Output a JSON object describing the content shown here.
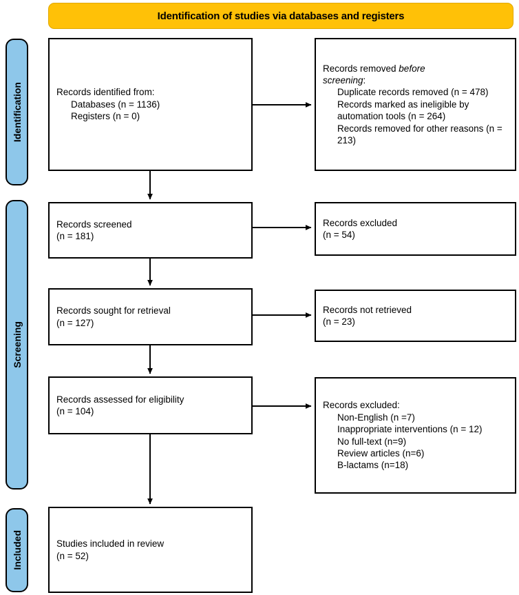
{
  "header": {
    "banner_label": "Identification of studies via databases and registers",
    "banner_color": "#FFC107"
  },
  "stages": {
    "tab_color": "#8EC7EA",
    "identification_label": "Identification",
    "screening_label": "Screening",
    "included_label": "Included"
  },
  "boxes": {
    "identified": {
      "line1": "Records identified from:",
      "line2": "Databases (n = 1136)",
      "line3": "Registers (n = 0)"
    },
    "removed_before": {
      "line1_prefix": "Records removed ",
      "line1_italic": "before",
      "line2_italic": "screening",
      "line2_suffix": ":",
      "item1": "Duplicate records removed (n = 478)",
      "item2": "Records marked as ineligible by automation tools (n = 264)",
      "item3": "Records removed for other reasons (n = 213)"
    },
    "screened": {
      "line1": "Records screened",
      "line2": "(n = 181)"
    },
    "excluded_screening": {
      "line1": "Records excluded",
      "line2": "(n = 54)"
    },
    "sought": {
      "line1": "Records sought for retrieval",
      "line2": "(n = 127)"
    },
    "not_retrieved": {
      "line1": "Records not retrieved",
      "line2": "(n = 23)"
    },
    "assessed": {
      "line1": "Records assessed for eligibility",
      "line2": "(n = 104)"
    },
    "excluded_reasons": {
      "line1": "Records excluded:",
      "item1": "Non-English (n =7)",
      "item2": "Inappropriate interventions (n = 12)",
      "item3": "No full-text (n=9)",
      "item4": "Review articles (n=6)",
      "item5": "B-lactams (n=18)"
    },
    "included": {
      "line1": "Studies included in review",
      "line2": "(n = 52)"
    }
  },
  "chart_data": {
    "type": "diagram",
    "title": "PRISMA 2020 flow diagram",
    "phase": "Identification of studies via databases and registers",
    "stages": [
      "Identification",
      "Screening",
      "Included"
    ],
    "nodes": [
      {
        "id": "identified",
        "stage": "Identification",
        "label": "Records identified from",
        "counts": {
          "Databases": 1136,
          "Registers": 0
        }
      },
      {
        "id": "removed_before",
        "stage": "Identification",
        "label": "Records removed before screening",
        "counts": {
          "Duplicate records removed": 478,
          "Records marked as ineligible by automation tools": 264,
          "Records removed for other reasons": 213
        }
      },
      {
        "id": "screened",
        "stage": "Screening",
        "label": "Records screened",
        "n": 181
      },
      {
        "id": "excluded_screening",
        "stage": "Screening",
        "label": "Records excluded",
        "n": 54
      },
      {
        "id": "sought",
        "stage": "Screening",
        "label": "Records sought for retrieval",
        "n": 127
      },
      {
        "id": "not_retrieved",
        "stage": "Screening",
        "label": "Records not retrieved",
        "n": 23
      },
      {
        "id": "assessed",
        "stage": "Screening",
        "label": "Records assessed for eligibility",
        "n": 104
      },
      {
        "id": "excluded_reasons",
        "stage": "Screening",
        "label": "Records excluded",
        "counts": {
          "Non-English": 7,
          "Inappropriate interventions": 12,
          "No full-text": 9,
          "Review articles": 6,
          "B-lactams": 18
        }
      },
      {
        "id": "included",
        "stage": "Included",
        "label": "Studies included in review",
        "n": 52
      }
    ],
    "edges": [
      {
        "from": "identified",
        "to": "removed_before",
        "direction": "right"
      },
      {
        "from": "identified",
        "to": "screened",
        "direction": "down"
      },
      {
        "from": "screened",
        "to": "excluded_screening",
        "direction": "right"
      },
      {
        "from": "screened",
        "to": "sought",
        "direction": "down"
      },
      {
        "from": "sought",
        "to": "not_retrieved",
        "direction": "right"
      },
      {
        "from": "sought",
        "to": "assessed",
        "direction": "down"
      },
      {
        "from": "assessed",
        "to": "excluded_reasons",
        "direction": "right"
      },
      {
        "from": "assessed",
        "to": "included",
        "direction": "down"
      }
    ]
  }
}
